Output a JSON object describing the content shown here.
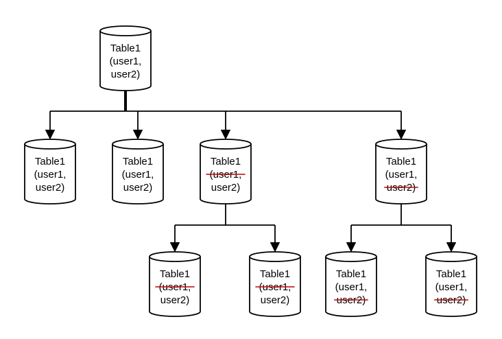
{
  "nodes": [
    {
      "id": "root",
      "lines": [
        "Table1",
        "(user1,",
        "user2)"
      ],
      "struck": []
    },
    {
      "id": "copy-a",
      "lines": [
        "Table1",
        "(user1,",
        "user2)"
      ],
      "struck": []
    },
    {
      "id": "copy-b",
      "lines": [
        "Table1",
        "(user1,",
        "user2)"
      ],
      "struck": []
    },
    {
      "id": "drop-user1",
      "lines": [
        "Table1",
        "(user1,",
        "user2)"
      ],
      "struck": [
        1
      ]
    },
    {
      "id": "drop-user2",
      "lines": [
        "Table1",
        "(user1,",
        "user2)"
      ],
      "struck": [
        2
      ]
    },
    {
      "id": "drop-user1-a",
      "lines": [
        "Table1",
        "(user1,",
        "user2)"
      ],
      "struck": [
        1
      ]
    },
    {
      "id": "drop-user1-b",
      "lines": [
        "Table1",
        "(user1,",
        "user2)"
      ],
      "struck": [
        1
      ]
    },
    {
      "id": "drop-user2-a",
      "lines": [
        "Table1",
        "(user1,",
        "user2)"
      ],
      "struck": [
        2
      ]
    },
    {
      "id": "drop-user2-b",
      "lines": [
        "Table1",
        "(user1,",
        "user2)"
      ],
      "struck": [
        2
      ]
    }
  ],
  "edges": [
    {
      "from": "root",
      "to": "copy-a"
    },
    {
      "from": "root",
      "to": "copy-b"
    },
    {
      "from": "root",
      "to": "drop-user1"
    },
    {
      "from": "root",
      "to": "drop-user2"
    },
    {
      "from": "drop-user1",
      "to": "drop-user1-a"
    },
    {
      "from": "drop-user1",
      "to": "drop-user1-b"
    },
    {
      "from": "drop-user2",
      "to": "drop-user2-a"
    },
    {
      "from": "drop-user2",
      "to": "drop-user2-b"
    }
  ],
  "colors": {
    "line": "#000000",
    "strike": "#c00000",
    "fill": "#ffffff"
  }
}
